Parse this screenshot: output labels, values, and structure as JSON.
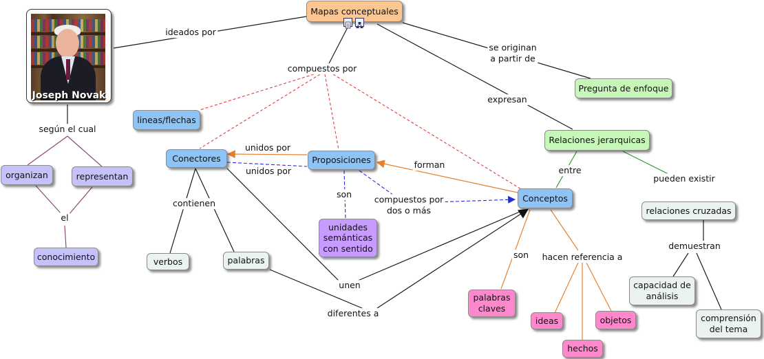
{
  "colors": {
    "orange_node": "#fdc590",
    "blue_node": "#8ec3f6",
    "green_node": "#c6f7b8",
    "gray_node": "#eaf2f2",
    "purple_node": "#c5c2fb",
    "violet_node": "#c79bff",
    "pink_node": "#ff88cc",
    "red_dashed": "#e03c3c",
    "blue_dashed": "#2b2bd4",
    "orange_link": "#e8802a",
    "green_link": "#2f9a2f",
    "purple_link": "#8b4a7a",
    "black_link": "#1a1a1a"
  },
  "photo": {
    "caption": "Joseph Novak"
  },
  "icons": [
    "document-icon",
    "sub-map-icon"
  ],
  "nodes": {
    "mapas": "Mapas conceptuales",
    "pregunta": "Pregunta de enfoque",
    "lineas": "lineas/flechas",
    "conectores": "Conectores",
    "proposiciones": "Proposiciones",
    "relaciones": "Relaciones jerarquicas",
    "conceptos": "Conceptos",
    "organizan": "organizan",
    "representan": "representan",
    "conocimiento": "conocimiento",
    "unidades": "unidades\nsemánticas\ncon sentido",
    "verbos": "verbos",
    "palabras": "palabras",
    "cruzadas": "relaciones cruzadas",
    "capacidad": "capacidad de\nanálisis",
    "comprension": "comprensión\ndel tema",
    "palabras_claves": "palabras\nclaves",
    "ideas": "ideas",
    "objetos": "objetos",
    "hechos": "hechos"
  },
  "labels": {
    "ideados": "ideados por",
    "originan": "se originan\na partir de",
    "compuestos": "compuestos por",
    "expresan": "expresan",
    "segun": "según el cual",
    "el": "el",
    "unidos1": "unidos por",
    "unidos2": "unidos por",
    "forman": "forman",
    "son1": "son",
    "compuestos_dos": "compuestos por\ndos  o más",
    "entre": "entre",
    "pueden": "pueden existir",
    "contienen": "contienen",
    "unen": "unen",
    "diferentes": "diferentes a",
    "demuestran": "demuestran",
    "son2": "son",
    "hacen": "hacen referencia a"
  }
}
